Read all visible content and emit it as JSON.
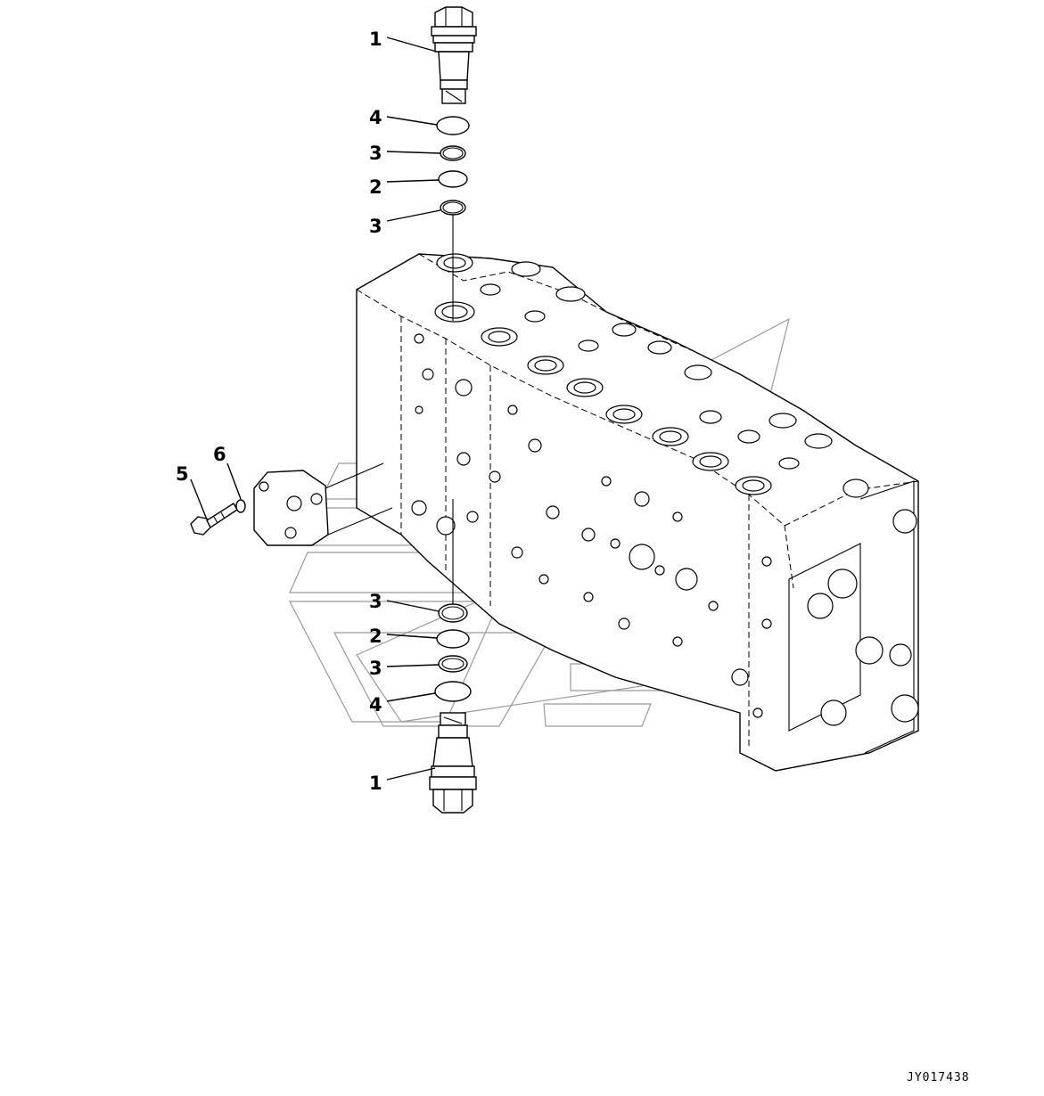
{
  "drawing_code": "JY017438",
  "callouts": {
    "top_plug": "1",
    "top_ring_4": "4",
    "top_ring_3a": "3",
    "top_ring_2": "2",
    "top_ring_3b": "3",
    "bolt": "5",
    "washer": "6",
    "bottom_ring_3a": "3",
    "bottom_ring_2": "2",
    "bottom_ring_3b": "3",
    "bottom_ring_4": "4",
    "bottom_plug": "1"
  }
}
